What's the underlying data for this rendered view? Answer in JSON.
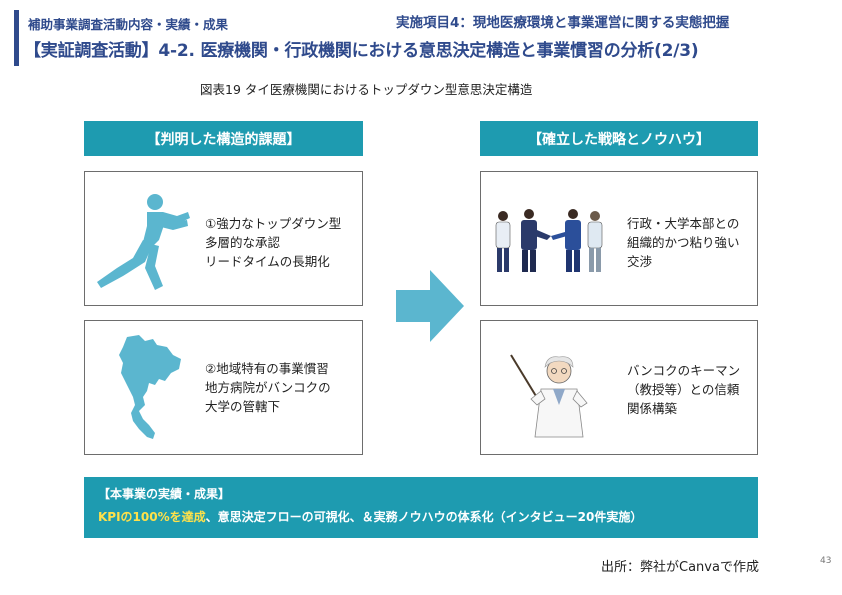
{
  "header": {
    "section_label": "補助事業調査活動内容・実績・成果",
    "item_label": "実施項目4：現地医療環境と事業運営に関する実態把握",
    "title": "【実証調査活動】4-2.  医療機関・行政機関における意思決定構造と事業慣習の分析(2/3)",
    "figure_caption": "図表19 タイ医療機関におけるトップダウン型意思決定構造",
    "accent_color": "#2f4a8c"
  },
  "left_column": {
    "header": "【判明した構造的課題】",
    "cards": [
      {
        "icon": "pushing-person-icon",
        "lines": [
          "①強力なトップダウン型",
          "多層的な承認",
          "リードタイムの長期化"
        ]
      },
      {
        "icon": "thailand-map-icon",
        "lines": [
          "②地域特有の事業慣習",
          "地方病院がバンコクの",
          "大学の管轄下"
        ]
      }
    ]
  },
  "right_column": {
    "header": "【確立した戦略とノウハウ】",
    "cards": [
      {
        "icon": "business-handshake-icon",
        "lines": [
          "行政・大学本部との",
          "組織的かつ粘り強い",
          "交渉"
        ]
      },
      {
        "icon": "professor-pointer-icon",
        "lines": [
          "バンコクのキーマン",
          "（教授等）との信頼",
          "関係構築"
        ]
      }
    ]
  },
  "results": {
    "title": "【本事業の実績・成果】",
    "highlight": "KPIの100%を達成",
    "body": "、意思決定フローの可視化、＆実務ノウハウの体系化（インタビュー20件実施）",
    "highlight_color": "#ffe14a",
    "background_color": "#1e9bb0"
  },
  "footer": {
    "source": "出所：弊社がCanvaで作成",
    "page_number": "43"
  }
}
